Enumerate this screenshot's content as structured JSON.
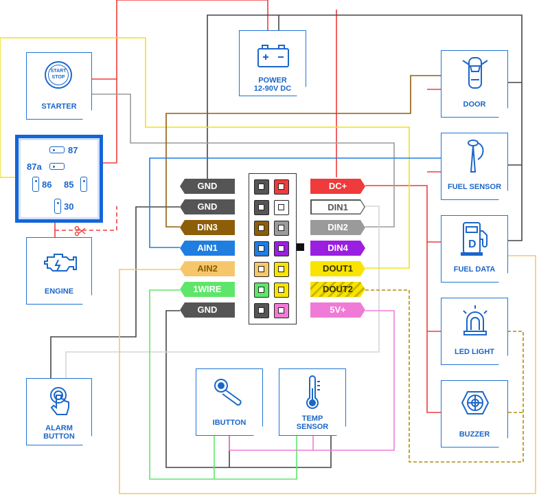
{
  "devices": {
    "power": {
      "line1": "POWER",
      "line2": "12-90V DC"
    },
    "starter": {
      "label": "STARTER",
      "button_top": "START",
      "button_bottom": "STOP"
    },
    "engine": {
      "label": "ENGINE"
    },
    "alarm": {
      "line1": "ALARM",
      "line2": "BUTTON"
    },
    "ibutton": {
      "label": "IBUTTON"
    },
    "temp": {
      "line1": "TEMP",
      "line2": "SENSOR"
    },
    "door": {
      "label": "DOOR"
    },
    "fuel_sensor": {
      "label": "FUEL SENSOR"
    },
    "fuel_data": {
      "label": "FUEL DATA"
    },
    "led": {
      "label": "LED LIGHT"
    },
    "buzzer": {
      "label": "BUZZER"
    }
  },
  "relay": {
    "t87": "87",
    "t87a": "87a",
    "t86": "86",
    "t85": "85",
    "t30": "30"
  },
  "connector": {
    "left": [
      {
        "label": "GND",
        "color": "#555555"
      },
      {
        "label": "GND",
        "color": "#555555"
      },
      {
        "label": "DIN3",
        "color": "#8d5e0a"
      },
      {
        "label": "AIN1",
        "color": "#1f7ee0"
      },
      {
        "label": "AIN2",
        "color": "#f6c76a"
      },
      {
        "label": "1WIRE",
        "color": "#5ee66a"
      },
      {
        "label": "GND",
        "color": "#555555"
      }
    ],
    "right": [
      {
        "label": "DC+",
        "color": "#ef3b3b"
      },
      {
        "label": "DIN1",
        "color": "#ffffff"
      },
      {
        "label": "DIN2",
        "color": "#9a9a9a"
      },
      {
        "label": "DIN4",
        "color": "#9b1fe0"
      },
      {
        "label": "DOUT1",
        "color": "#f8e400"
      },
      {
        "label": "DOUT2",
        "color": "#f8e400"
      },
      {
        "label": "5V+",
        "color": "#f07bd6"
      }
    ]
  },
  "colors": {
    "accent": "#1e73d6",
    "wire_red": "#ef3b3b",
    "wire_dark": "#444444",
    "wire_gray": "#9a9a9a",
    "wire_yellow": "#f3e01a",
    "wire_brown": "#8d5e0a",
    "wire_blue": "#1f7ee0",
    "wire_orange": "#f6c76a",
    "wire_green": "#5ee66a",
    "wire_pink": "#f07bd6",
    "wire_lightgray": "#d6d6d6",
    "wire_olive": "#b08d00"
  }
}
